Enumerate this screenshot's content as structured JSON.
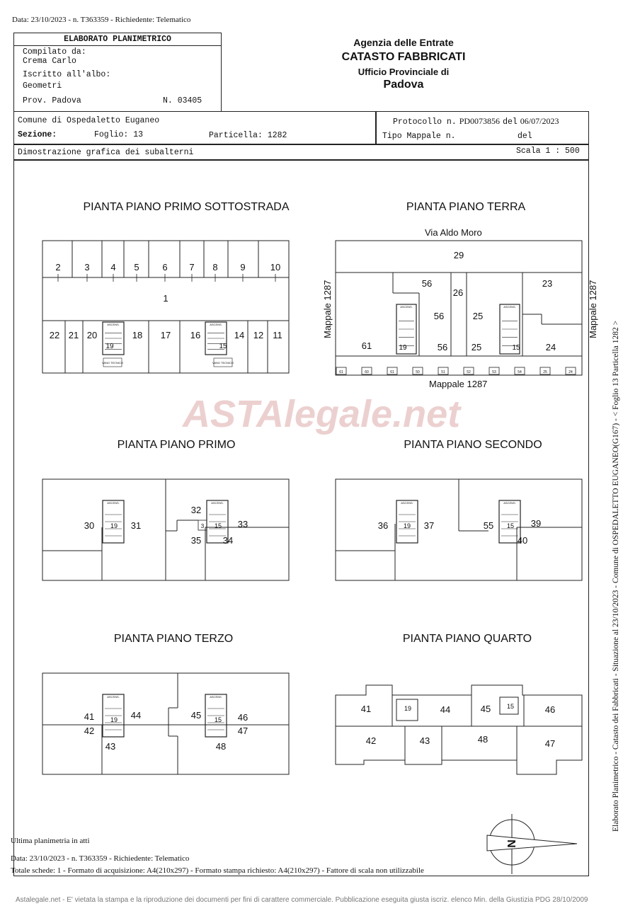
{
  "top_stamp": "Data: 23/10/2023 - n. T363359 - Richiedente: Telematico",
  "header": {
    "box_title": "ELABORATO PLANIMETRICO",
    "compilato_label": "Compilato da:",
    "compilato_name": "Crema Carlo",
    "iscritto_label": "Iscritto all'albo:",
    "iscritto_value": "Geometri",
    "prov": "Prov. Padova",
    "numero": "N. 03405",
    "agency": "Agenzia delle Entrate",
    "catasto": "CATASTO FABBRICATI",
    "ufficio": "Ufficio Provinciale di",
    "city": "Padova"
  },
  "info": {
    "comune": "Comune di Ospedaletto Euganeo",
    "sezione_label": "Sezione:",
    "foglio": "Foglio: 13",
    "particella": "Particella: 1282",
    "protocollo_label": "Protocollo n.",
    "protocollo_value": "PD0073856",
    "del_label": "del",
    "protocollo_date": "06/07/2023",
    "tipo_mappale": "Tipo Mappale n.",
    "del2": "del",
    "dimostrazione": "Dimostrazione grafica dei subalterni",
    "scala": "Scala 1 : 500"
  },
  "plans": [
    {
      "title": "PIANTA PIANO PRIMO SOTTOSTRADA",
      "labels": [
        "2",
        "3",
        "4",
        "5",
        "6",
        "7",
        "8",
        "9",
        "10",
        "1",
        "22",
        "21",
        "20",
        "19",
        "18",
        "17",
        "16",
        "15",
        "14",
        "12",
        "11"
      ]
    },
    {
      "title": "PIANTA PIANO TERRA",
      "street": "Via Aldo Moro",
      "mappale_bottom": "Mappale 1287",
      "mappale_left": "Mappale 1287",
      "mappale_right": "Mappale 1287",
      "labels": [
        "29",
        "56",
        "23",
        "26",
        "56",
        "25",
        "61",
        "19",
        "56",
        "25",
        "15",
        "24"
      ],
      "parking": [
        "61",
        "60",
        "61",
        "50",
        "51",
        "52",
        "53",
        "54",
        "25",
        "24"
      ]
    },
    {
      "title": "PIANTA PIANO PRIMO",
      "labels": [
        "30",
        "19",
        "31",
        "32",
        "3",
        "15",
        "33",
        "35",
        "34"
      ]
    },
    {
      "title": "PIANTA PIANO SECONDO",
      "labels": [
        "36",
        "19",
        "37",
        "55",
        "15",
        "39",
        "40"
      ]
    },
    {
      "title": "PIANTA PIANO TERZO",
      "labels": [
        "41",
        "44",
        "42",
        "43",
        "19",
        "45",
        "46",
        "47",
        "48",
        "15"
      ]
    },
    {
      "title": "PIANTA PIANO QUARTO",
      "labels": [
        "41",
        "19",
        "44",
        "45",
        "15",
        "46",
        "42",
        "43",
        "48",
        "47"
      ]
    }
  ],
  "stair_label": "ASCENS.",
  "vano_label": "VANO TECNICO",
  "watermark": "ASTAlegale.net",
  "side_text": "Elaborato Planimetrico - Catasto dei Fabbricati - Situazione al 23/10/2023 - Comune di OSPEDALETTO EUGANEO(G167) - < Foglio 13 Particella 1282 >",
  "footer": {
    "ultima": "Ultima planimetria in atti",
    "data": "Data: 23/10/2023 - n. T363359 - Richiedente: Telematico",
    "totale": "Totale schede: 1 - Formato di acquisizione: A4(210x297)  - Formato stampa richiesto: A4(210x297) - Fattore di scala non utilizzabile",
    "disclaimer": "Astalegale.net - E' vietata la stampa e la riproduzione dei documenti per fini di carattere commerciale. Pubblicazione eseguita giusta iscriz. elenco Min. della Giustizia PDG 28/10/2009"
  },
  "colors": {
    "line": "#222222",
    "watermark": "#e8c4c4",
    "disclaimer": "#777777"
  }
}
